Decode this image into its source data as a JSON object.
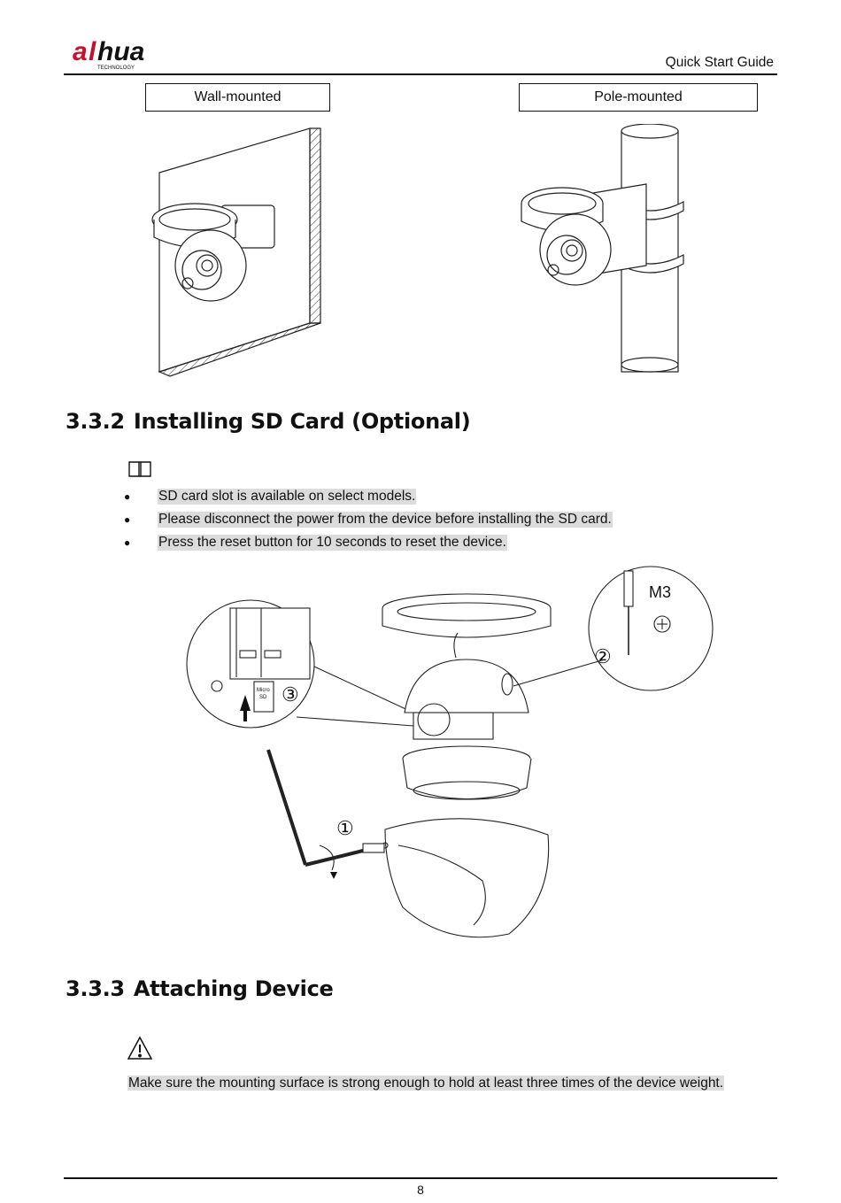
{
  "header": {
    "brand": "alhua",
    "brand_sub": "TECHNOLOGY",
    "title": "Quick Start Guide"
  },
  "mount_labels": {
    "wall": "Wall-mounted",
    "pole": "Pole-mounted"
  },
  "section_sd": {
    "number": "3.3.2",
    "title": "Installing SD Card (Optional)",
    "note_icon": "book-note-icon",
    "bullets": [
      "SD card slot is available on select models.",
      "Please disconnect the power from the device before installing the SD card.",
      "Press the reset button for 10 seconds to reset the device."
    ]
  },
  "figure": {
    "screw_label": "M3",
    "step_1": "①",
    "step_2": "②",
    "step_3": "③",
    "card_label_1": "Micro",
    "card_label_2": "SD"
  },
  "section_attach": {
    "number": "3.3.3",
    "title": "Attaching Device",
    "warning_icon": "warning-triangle-icon",
    "warning": "Make sure the mounting surface is strong enough to hold at least three times of the device weight."
  },
  "footer": {
    "page_number": "8"
  }
}
